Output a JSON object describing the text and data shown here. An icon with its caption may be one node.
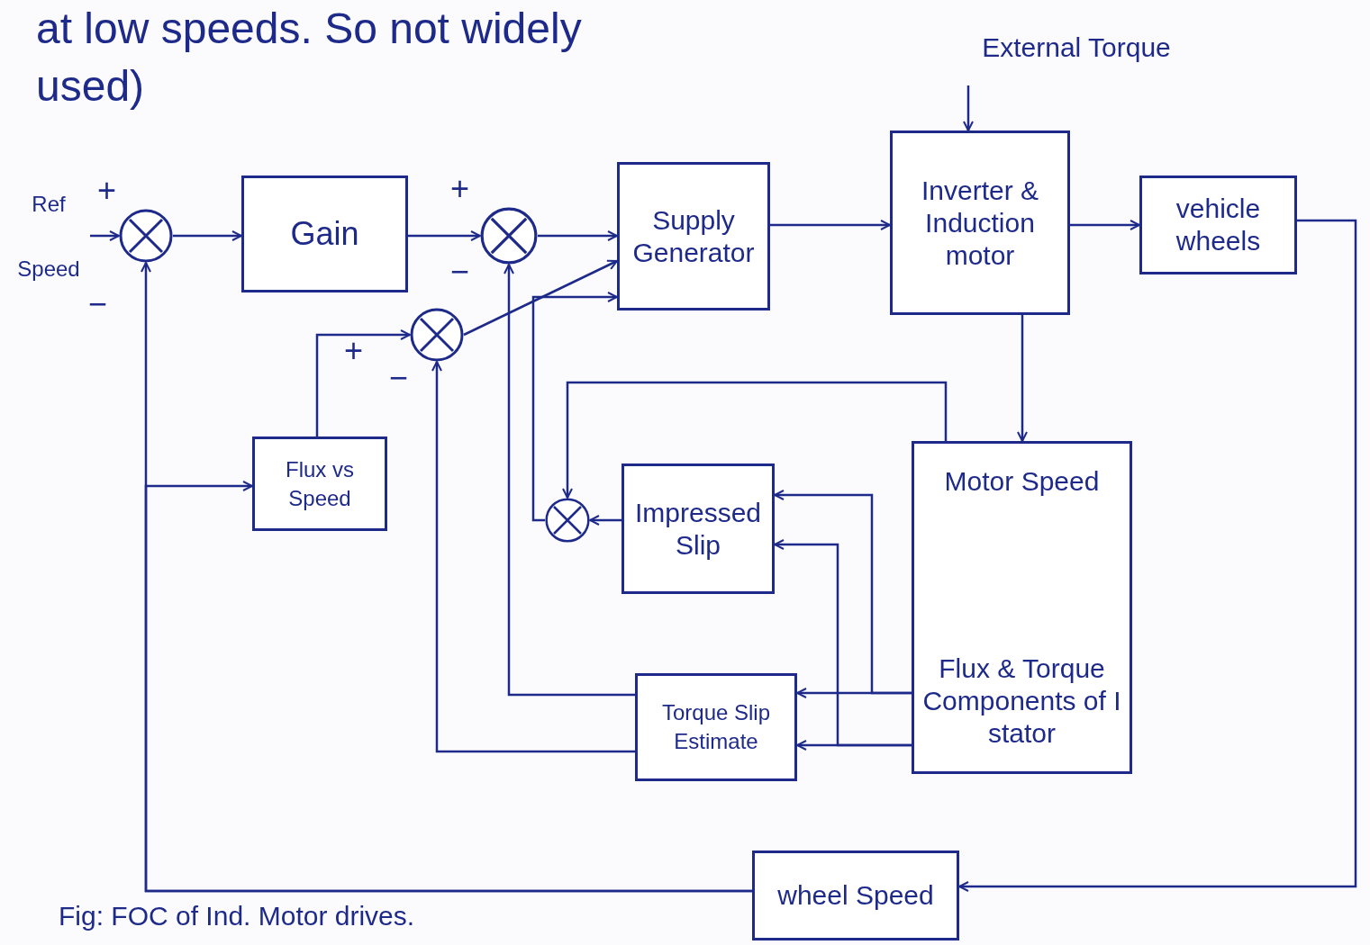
{
  "diagram": {
    "caption": "Fig: FOC of Ind. Motor drives.",
    "nodes": [
      {
        "text": [
          "Ref Speed"
        ]
      },
      {
        "text": [],
        "shape": "circle"
      },
      {
        "text": [
          "Gain"
        ]
      },
      {
        "text": [],
        "shape": "circle"
      },
      {
        "text": [
          "Supply Generator"
        ]
      },
      {
        "text": [
          "Inverter & Induction motor"
        ]
      },
      {
        "text": [
          "vehicle wheels"
        ]
      },
      {
        "text": [
          "External Torque"
        ]
      },
      {
        "text": [],
        "shape": "circle"
      },
      {
        "text": [
          "Flux vs Speed"
        ]
      },
      {
        "text": [
          "Motor Speed",
          "Flux & Torque Components of I stator"
        ]
      },
      {
        "text": [],
        "shape": "circle"
      },
      {
        "text": [
          "Impressed Slip"
        ]
      },
      {
        "text": [
          "Torque Slip Estimate"
        ]
      },
      {
        "text": [
          "wheel Speed"
        ]
      }
    ],
    "edges": [
      {
        "from": 0,
        "to": 1,
        "arrow": "to"
      },
      {
        "from": 1,
        "to": 2,
        "arrow": "to"
      },
      {
        "from": 2,
        "to": 3,
        "arrow": "to"
      },
      {
        "from": 3,
        "to": 4,
        "arrow": "to"
      },
      {
        "from": 4,
        "to": 5,
        "arrow": "to"
      },
      {
        "from": 5,
        "to": 6,
        "arrow": "to"
      },
      {
        "from": 7,
        "to": 5,
        "arrow": "to"
      },
      {
        "from": 6,
        "to": 14,
        "arrow": "to"
      },
      {
        "from": 14,
        "to": 1,
        "arrow": "to"
      },
      {
        "from": 14,
        "to": 9,
        "arrow": "to"
      },
      {
        "from": 9,
        "to": 8,
        "arrow": "to"
      },
      {
        "from": 8,
        "to": 4,
        "arrow": "to"
      },
      {
        "from": 5,
        "to": 10,
        "arrow": "to"
      },
      {
        "from": 10,
        "to": 11,
        "arrow": "to"
      },
      {
        "from": 12,
        "to": 11,
        "arrow": "to"
      },
      {
        "from": 11,
        "to": 4,
        "arrow": "to"
      },
      {
        "from": 10,
        "to": 12,
        "arrow": "to"
      },
      {
        "from": 10,
        "to": 13,
        "arrow": "to"
      },
      {
        "from": 10,
        "to": 12,
        "arrow": "to"
      },
      {
        "from": 10,
        "to": 13,
        "arrow": "to"
      },
      {
        "from": 13,
        "to": 3,
        "arrow": "to"
      },
      {
        "from": 13,
        "to": 8,
        "arrow": "to"
      }
    ],
    "labels": [
      "at low speeds. So not widely used)",
      "+",
      "−",
      "+",
      "−",
      "+",
      "−"
    ]
  }
}
